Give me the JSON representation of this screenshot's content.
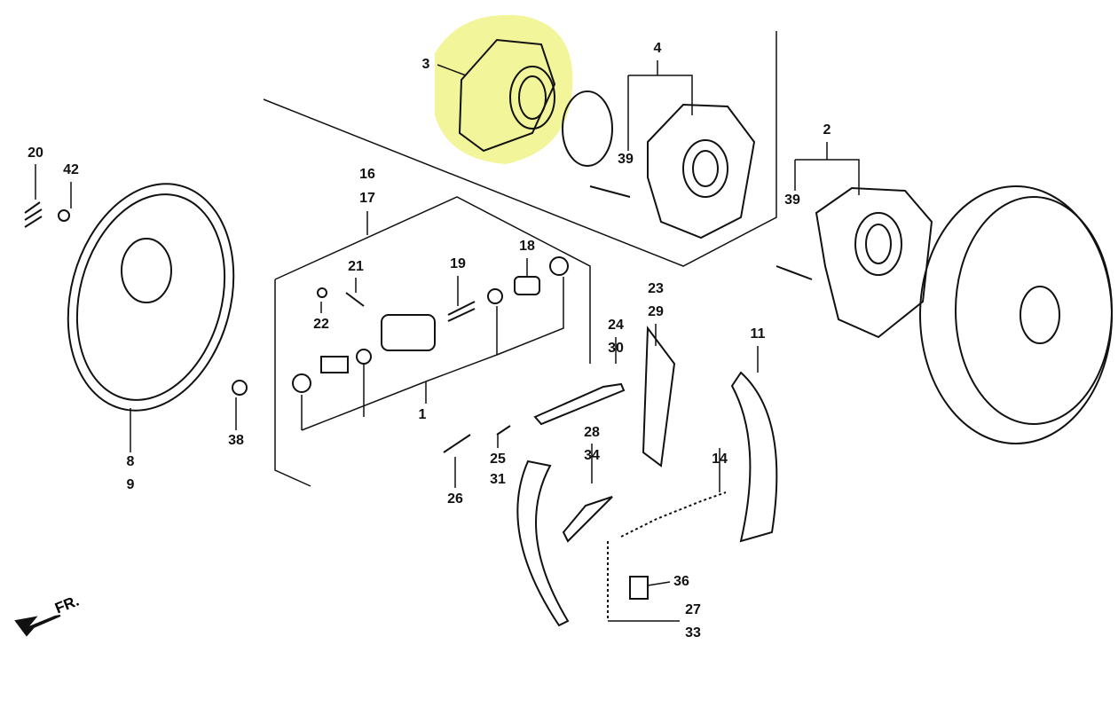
{
  "diagram": {
    "highlight_color": "#f2f59a",
    "callouts": [
      {
        "id": "p3",
        "text": "3"
      },
      {
        "id": "p4",
        "text": "4"
      },
      {
        "id": "p39a",
        "text": "39"
      },
      {
        "id": "p2",
        "text": "2"
      },
      {
        "id": "p39b",
        "text": "39"
      },
      {
        "id": "p20",
        "text": "20"
      },
      {
        "id": "p42",
        "text": "42"
      },
      {
        "id": "p16",
        "text": "16"
      },
      {
        "id": "p17",
        "text": "17"
      },
      {
        "id": "p21",
        "text": "21"
      },
      {
        "id": "p19",
        "text": "19"
      },
      {
        "id": "p18",
        "text": "18"
      },
      {
        "id": "p22",
        "text": "22"
      },
      {
        "id": "p1",
        "text": "1"
      },
      {
        "id": "p38",
        "text": "38"
      },
      {
        "id": "p8",
        "text": "8"
      },
      {
        "id": "p9",
        "text": "9"
      },
      {
        "id": "p24",
        "text": "24"
      },
      {
        "id": "p30",
        "text": "30"
      },
      {
        "id": "p23",
        "text": "23"
      },
      {
        "id": "p29",
        "text": "29"
      },
      {
        "id": "p11",
        "text": "11"
      },
      {
        "id": "p28",
        "text": "28"
      },
      {
        "id": "p34",
        "text": "34"
      },
      {
        "id": "p25",
        "text": "25"
      },
      {
        "id": "p31",
        "text": "31"
      },
      {
        "id": "p26",
        "text": "26"
      },
      {
        "id": "p14",
        "text": "14"
      },
      {
        "id": "p36",
        "text": "36"
      },
      {
        "id": "p27",
        "text": "27"
      },
      {
        "id": "p33",
        "text": "33"
      }
    ],
    "direction_label": "FR."
  }
}
